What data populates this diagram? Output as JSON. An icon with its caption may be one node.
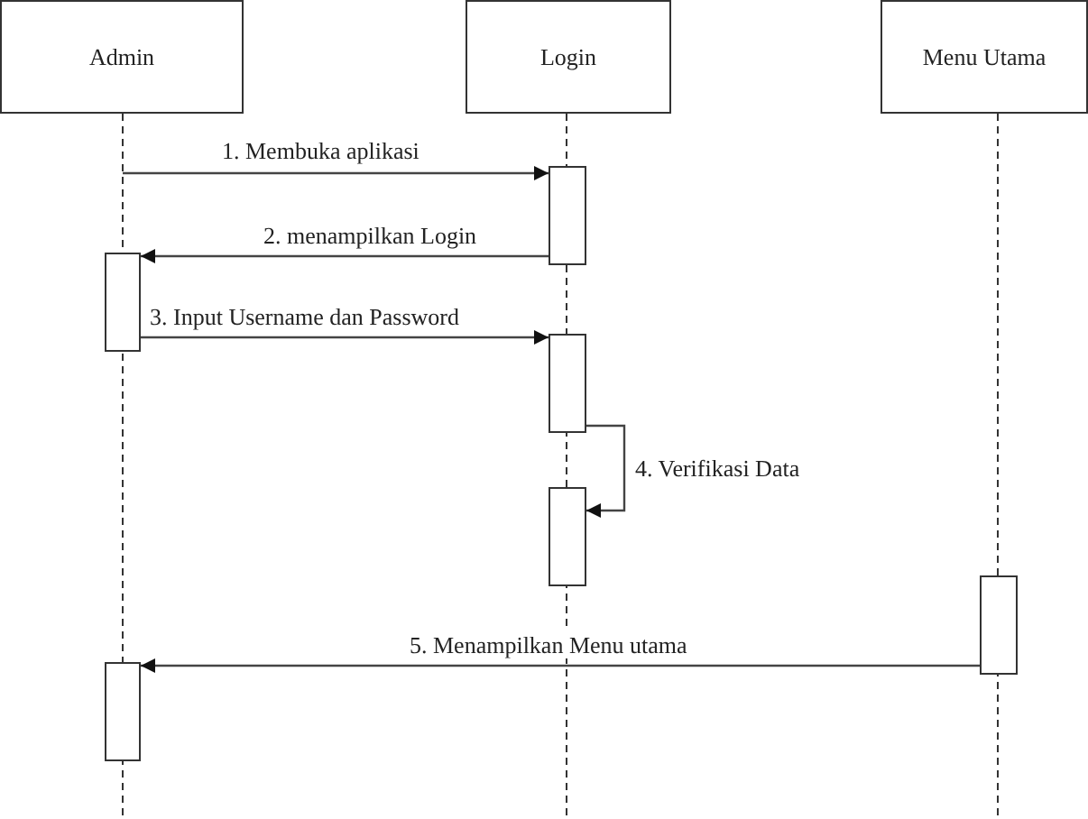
{
  "diagram": {
    "nodes": [
      {
        "text": [
          "Admin"
        ]
      },
      {
        "text": [
          "Login"
        ]
      },
      {
        "text": [
          "Menu Utama"
        ]
      },
      {
        "text": [],
        "shape": "box"
      },
      {
        "text": [],
        "shape": "box"
      },
      {
        "text": [],
        "shape": "box"
      },
      {
        "text": [],
        "shape": "box"
      },
      {
        "text": [],
        "shape": "box"
      },
      {
        "text": [],
        "shape": "box"
      }
    ],
    "edges": [
      {
        "from": null,
        "to": 3,
        "arrow": "to",
        "label": "1. Membuka aplikasi"
      },
      {
        "from": 3,
        "to": 4,
        "arrow": "to",
        "label": "2. menampilkan Login"
      },
      {
        "from": 4,
        "to": 5,
        "arrow": "to",
        "label": "3. Input Username dan Password"
      },
      {
        "from": 5,
        "to": 6,
        "arrow": "to",
        "label": "4. Verifikasi Data"
      },
      {
        "from": 7,
        "to": 8,
        "arrow": "to",
        "label": "5. Menampilkan Menu utama"
      }
    ]
  }
}
